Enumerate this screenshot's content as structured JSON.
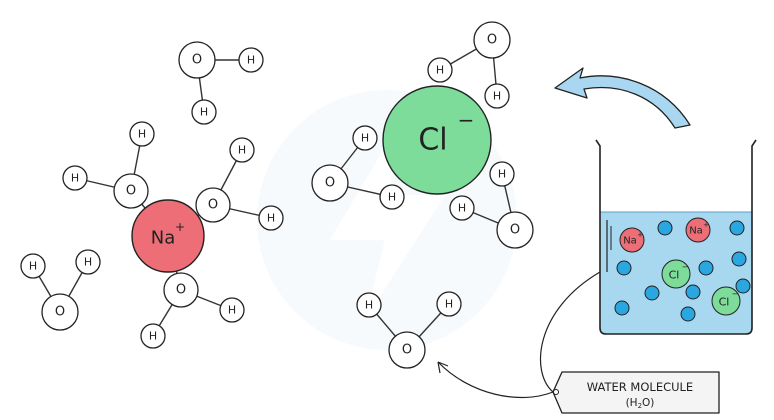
{
  "labels": {
    "oxygen": "O",
    "hydrogen": "H",
    "sodium_ion": "Na",
    "sodium_charge": "+",
    "chloride_ion": "Cl",
    "chloride_charge": "−",
    "beaker_sodium": "Na",
    "beaker_sodium_charge": "+",
    "beaker_chloride": "Cl",
    "beaker_chloride_charge": "−"
  },
  "tag": {
    "line1": "WATER  MOLECULE",
    "line2_prefix": "(H",
    "line2_sub": "2",
    "line2_suffix": "O)"
  },
  "colors": {
    "sodium_fill": "#ee6e78",
    "chloride_fill": "#7ddc9a",
    "water_fill": "#a8d8f0",
    "water_particle": "#2aa7e0",
    "arrow_fill": "#a9d7f2",
    "tag_fill": "#f4f4f4"
  }
}
